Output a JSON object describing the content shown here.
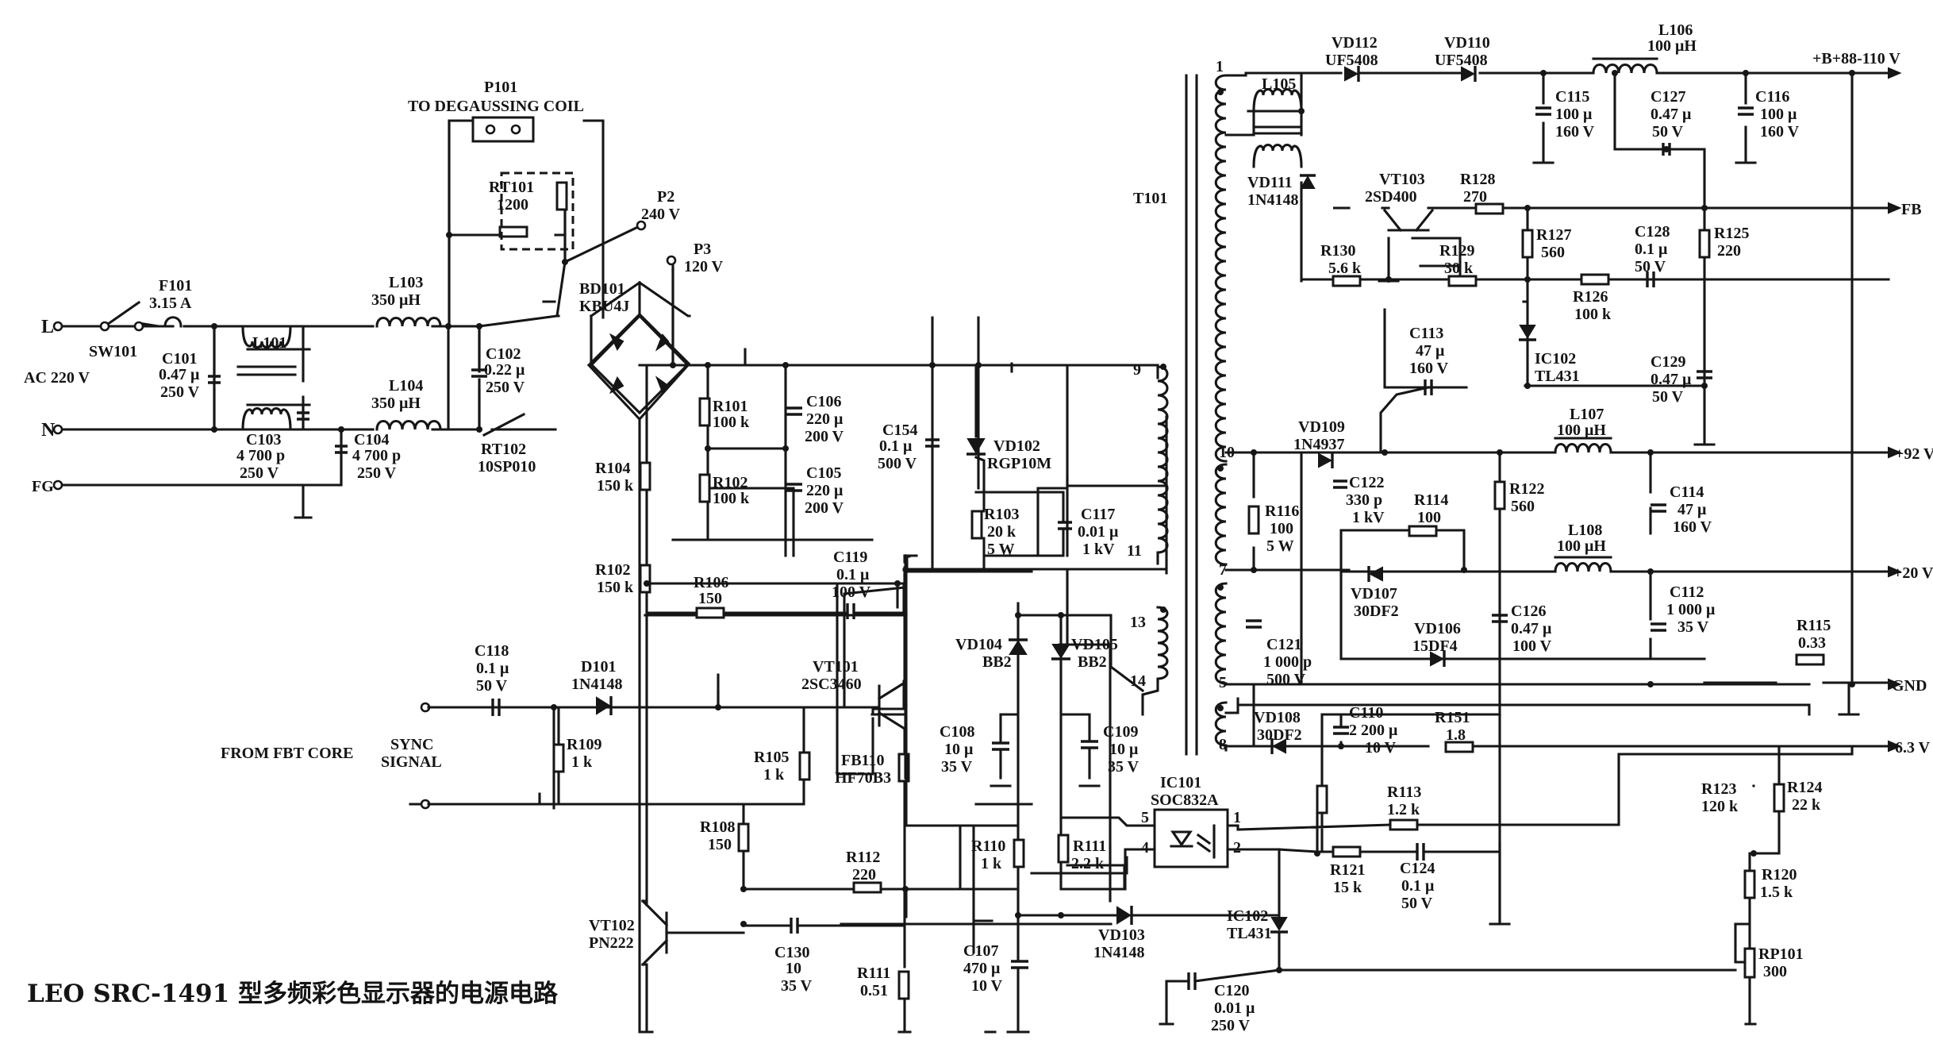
{
  "caption": "LEO SRC-1491 型多频彩色显示器的电源电路",
  "labels": {
    "l": "L",
    "sw101": "SW101",
    "f101_ref": "F101",
    "f101_val": "3.15 A",
    "ac": "AC 220 V",
    "n": "N",
    "fg": "FG",
    "c101_ref": "C101",
    "c101_val1": "0.47 μ",
    "c101_val2": "250 V",
    "l101": "L101",
    "c103_ref": "C103",
    "c103_val1": "4 700 p",
    "c103_val2": "250 V",
    "c104_ref": "C104",
    "c104_val1": "4 700 p",
    "c104_val2": "250 V",
    "l103_ref": "L103",
    "l103_val": "350 μH",
    "l104_ref": "L104",
    "l104_val": "350 μH",
    "c102_ref": "C102",
    "c102_val1": "0.22 μ",
    "c102_val2": "250 V",
    "rt102_ref": "RT102",
    "rt102_val": "10SP010",
    "p101_ref": "P101",
    "p101_desc": "TO DEGAUSSING COIL",
    "rt101_ref": "RT101",
    "rt101_val": "1200",
    "p2_ref": "P2",
    "p2_val": "240 V",
    "p3_ref": "P3",
    "p3_val": "120 V",
    "bd101_ref": "BD101",
    "bd101_val": "KBU4J",
    "r101_ref": "R101",
    "r101_val": "100 k",
    "r102_ref": "R102",
    "r102_val": "100 k",
    "c106_ref": "C106",
    "c106_val1": "220 μ",
    "c106_val2": "200 V",
    "c105_ref": "C105",
    "c105_val1": "220 μ",
    "c105_val2": "200 V",
    "r104_ref": "R104",
    "r104_val": "150 k",
    "r102b_ref": "R102",
    "r102b_val": "150 k",
    "c154_ref": "C154",
    "c154_val1": "0.1 μ",
    "c154_val2": "500 V",
    "vd102_ref": "VD102",
    "vd102_val": "RGP10M",
    "r103_ref": "R103",
    "r103_val1": "20 k",
    "r103_val2": "5 W",
    "c117_ref": "C117",
    "c117_val1": "0.01 μ",
    "c117_val2": "1 kV",
    "r106_ref": "R106",
    "r106_val": "150",
    "c119_ref": "C119",
    "c119_val1": "0.1 μ",
    "c119_val2": "100 V",
    "c118_ref": "C118",
    "c118_val1": "0.1 μ",
    "c118_val2": "50 V",
    "d101_ref": "D101",
    "d101_val": "1N4148",
    "vt101_ref": "VT101",
    "vt101_val": "2SC3460",
    "fbt": "FROM FBT CORE",
    "sync1": "SYNC",
    "sync2": "SIGNAL",
    "r109_ref": "R109",
    "r109_val": "1 k",
    "r105_ref": "R105",
    "r105_val": "1 k",
    "fb110_ref": "FB110",
    "fb110_val": "HF70B3",
    "vd104_ref": "VD104",
    "vd104_val": "BB2",
    "vd105_ref": "VD105",
    "vd105_val": "BB2",
    "c108_ref": "C108",
    "c108_val1": "10 μ",
    "c108_val2": "35 V",
    "c109_ref": "C109",
    "c109_val1": "10 μ",
    "c109_val2": "35 V",
    "r108_ref": "R108",
    "r108_val": "150",
    "r112_ref": "R112",
    "r112_val": "220",
    "r110_ref": "R110",
    "r110_val": "1 k",
    "r111_ref": "R111",
    "r111_val": "2.2 k",
    "vt102_ref": "VT102",
    "vt102_val": "PN222",
    "c130_ref": "C130",
    "c130_val1": "10",
    "c130_val2": "35 V",
    "r111b_ref": "R111",
    "r111b_val": "0.51",
    "c107_ref": "C107",
    "c107_val1": "470 μ",
    "c107_val2": "10 V",
    "vd103_ref": "VD103",
    "vd103_val": "1N4148",
    "ic101_ref": "IC101",
    "ic101_val": "SOC832A",
    "pin5": "5",
    "pin4": "4",
    "pin1": "1",
    "pin2": "2",
    "r113_ref": "R113",
    "r113_val": "1.2 k",
    "r121_ref": "R121",
    "r121_val": "15 k",
    "c124_ref": "C124",
    "c124_val1": "0.1 μ",
    "c124_val2": "50 V",
    "ic102b_ref": "IC102",
    "ic102b_val": "TL431",
    "c120_ref": "C120",
    "c120_val1": "0.01 μ",
    "c120_val2": "250 V",
    "t101": "T101",
    "n1": "1",
    "n9": "9",
    "n11": "11",
    "n13": "13",
    "n14": "14",
    "n10": "10",
    "n7": "7",
    "n5": "5",
    "n8": "8",
    "l105": "L105",
    "vd112_ref": "VD112",
    "vd112_val": "UF5408",
    "vd110_ref": "VD110",
    "vd110_val": "UF5408",
    "l106_ref": "L106",
    "l106_val": "100 μH",
    "b_out": "+B+88-110 V",
    "c115_ref": "C115",
    "c115_val1": "100 μ",
    "c115_val2": "160 V",
    "c127_ref": "C127",
    "c127_val1": "0.47 μ",
    "c127_val2": "50 V",
    "c116_ref": "C116",
    "c116_val1": "100 μ",
    "c116_val2": "160 V",
    "vd111_ref": "VD111",
    "vd111_val": "1N4148",
    "vt103_ref": "VT103",
    "vt103_val": "2SD400",
    "r128_ref": "R128",
    "r128_val": "270",
    "r127_ref": "R127",
    "r127_val": "560",
    "c128_ref": "C128",
    "c128_val1": "0.1 μ",
    "c128_val2": "50 V",
    "r125_ref": "R125",
    "r125_val": "220",
    "r130_ref": "R130",
    "r130_val": "5.6 k",
    "r129_ref": "R129",
    "r129_val": "30 k",
    "r126_ref": "R126",
    "r126_val": "100 k",
    "fb": "FB",
    "c113_ref": "C113",
    "c113_val1": "47 μ",
    "c113_val2": "160 V",
    "ic102_ref": "IC102",
    "ic102_val": "TL431",
    "c129_ref": "C129",
    "c129_val1": "0.47 μ",
    "c129_val2": "50 V",
    "vd109_ref": "VD109",
    "vd109_val": "1N4937",
    "l107_ref": "L107",
    "l107_val": "100 μH",
    "out92": "+92 V",
    "r116_ref": "R116",
    "r116_val1": "100",
    "r116_val2": "5 W",
    "c122_ref": "C122",
    "c122_val1": "330 p",
    "c122_val2": "1 kV",
    "r114_ref": "R114",
    "r114_val": "100",
    "r122_ref": "R122",
    "r122_val": "560",
    "c114_ref": "C114",
    "c114_val1": "47 μ",
    "c114_val2": "160 V",
    "l108_ref": "L108",
    "l108_val": "100 μH",
    "out20": "+20 V",
    "vd107_ref": "VD107",
    "vd107_val": "30DF2",
    "c112_ref": "C112",
    "c112_val1": "1 000 μ",
    "c112_val2": "35 V",
    "c121_ref": "C121",
    "c121_val1": "1 000 p",
    "c121_val2": "500 V",
    "vd106_ref": "VD106",
    "vd106_val": "15DF4",
    "c126_ref": "C126",
    "c126_val1": "0.47 μ",
    "c126_val2": "100 V",
    "r115_ref": "R115",
    "r115_val": "0.33",
    "gnd": "GND",
    "vd108_ref": "VD108",
    "vd108_val": "30DF2",
    "c110_ref": "C110",
    "c110_val1": "2 200 μ",
    "c110_val2": "10 V",
    "r151_ref": "R151",
    "r151_val": "1.8",
    "out63": "6.3 V",
    "r123_ref": "R123",
    "r123_val": "120 k",
    "r124_ref": "R124",
    "r124_val": "22 k",
    "r120_ref": "R120",
    "r120_val": "1.5 k",
    "rp101_ref": "RP101",
    "rp101_val": "300"
  }
}
